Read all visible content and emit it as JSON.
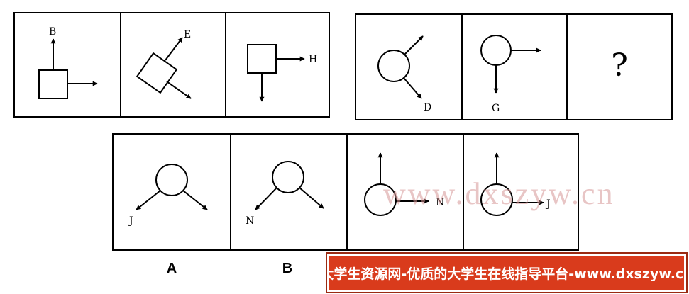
{
  "sequence_left": {
    "cells": [
      {
        "letter": "B"
      },
      {
        "letter": "E"
      },
      {
        "letter": "H"
      }
    ]
  },
  "sequence_right": {
    "cells": [
      {
        "letter": "D"
      },
      {
        "letter": "G"
      },
      {
        "letter": "?"
      }
    ]
  },
  "options": [
    {
      "label": "A",
      "letter": "J"
    },
    {
      "label": "B",
      "letter": "N"
    },
    {
      "label": "",
      "letter": "N"
    },
    {
      "label": "",
      "letter": "J"
    }
  ],
  "watermark": {
    "text": "www.dxszyw.cn"
  },
  "banner": {
    "text": "大学生资源网-优质的大学生在线指导平台-www.dxszyw.cn",
    "color": "#d93b1c"
  }
}
